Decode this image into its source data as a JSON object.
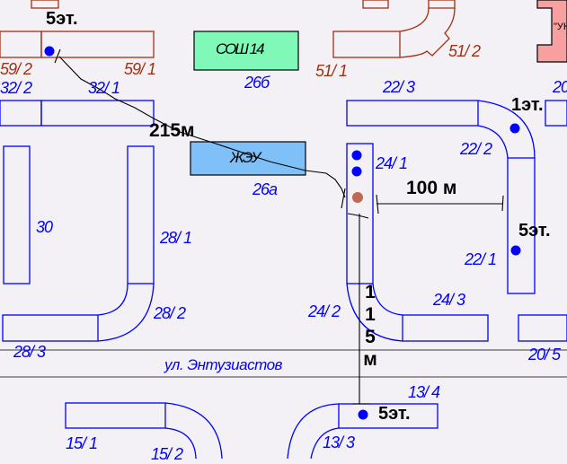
{
  "map": {
    "street": "ул. Энтузиастов",
    "colors": {
      "background": "#f3f1f5",
      "building_outline_blue": "#0000ff",
      "building_outline_brown": "#a03010",
      "school_fill": "#80f8b8",
      "zheu_fill": "#80c0f8",
      "pink_fill": "#f8a0a0",
      "point_blue": "#0000ff",
      "point_brown": "#c06850"
    },
    "buildings": {
      "b59_2": "59/ 2",
      "b59_1": "59/ 1",
      "b51_1": "51/ 1",
      "b51_2": "51/ 2",
      "b32_2": "32/ 2",
      "b32_1": "32/ 1",
      "b22_3": "22/ 3",
      "b22_2": "22/ 2",
      "b22_1": "22/ 1",
      "b20": "20",
      "b30": "30",
      "b28_1": "28/ 1",
      "b28_2": "28/ 2",
      "b28_3": "28/ 3",
      "b24_1": "24/ 1",
      "b24_2": "24/ 2",
      "b24_3": "24/ 3",
      "b20_5": "20/ 5",
      "b26b": "26б",
      "b26a": "26а",
      "b13_4": "13/ 4",
      "b13_3": "13/ 3",
      "b15_1": "15/ 1",
      "b15_2": "15/ 2"
    },
    "facilities": {
      "school": "СОШ 14",
      "zheu": "ЖЭУ",
      "pink_partial": "\"УН"
    },
    "floors": {
      "f59": "5эт.",
      "f22_2": "1эт.",
      "f22_1": "5эт.",
      "f13_4": "5эт."
    },
    "distances": {
      "d215": "215м",
      "d100": "100 м",
      "d115_digits": [
        "1",
        "1",
        "5",
        "м"
      ]
    }
  }
}
